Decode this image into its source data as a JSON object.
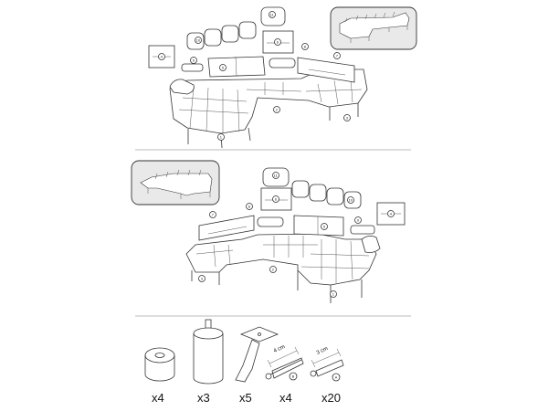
{
  "top_diagram": {
    "callouts": [
      "1",
      "2",
      "3",
      "4",
      "5",
      "6",
      "7",
      "8",
      "9",
      "10",
      "11"
    ]
  },
  "bottom_diagram": {
    "callouts": [
      "1",
      "2",
      "3",
      "4",
      "5",
      "6",
      "7",
      "8",
      "9",
      "10",
      "11"
    ]
  },
  "parts": [
    {
      "name": "foot-cap",
      "qty": "x4"
    },
    {
      "name": "cylinder-leg",
      "qty": "x3"
    },
    {
      "name": "angled-leg-with-plate",
      "qty": "x5"
    },
    {
      "name": "screw-b",
      "qty": "x4",
      "length": "4 cm",
      "tag": "B"
    },
    {
      "name": "screw-a",
      "qty": "x20",
      "length": "3 cm",
      "tag": "A"
    }
  ]
}
